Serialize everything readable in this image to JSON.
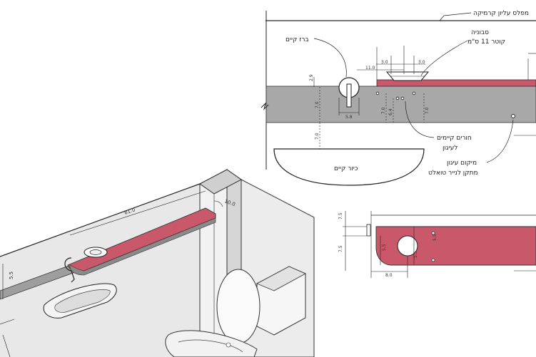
{
  "labels": {
    "ceramic_top": "מפלס עליון קרמיקה",
    "faucet": "ברז קיים",
    "soap": "סבוניה",
    "soap_dia": "קוטר 11 ס\"מ",
    "holes": "חורים קיימים",
    "holes2": "לעיגון",
    "anchor": "מיקום עיגון",
    "anchor2": "מתקן לנייר טואלט",
    "sink": "כיור קיים"
  },
  "dims": {
    "d_3a": "3.0",
    "d_3b": "3.0",
    "d_11": "11.0",
    "d_29": "2.9",
    "d_7a": "7.0",
    "d_58": "5.8",
    "d_7b": "7.0",
    "d_64": "6.4",
    "d_7c": "7.0",
    "d_7d": "7.0",
    "d_7e": "7.0",
    "d_75a": "7.5",
    "d_75b": "7.5",
    "d_55a": "5.5",
    "d_55b": "5.5",
    "d_55c": "5.5",
    "d_80": "8.0",
    "iso_81": "81.0",
    "iso_10": "10.0",
    "iso_55": "5.5"
  },
  "colors": {
    "shelf": "#c9586a",
    "wall": "#a8a8a8",
    "line": "#222222"
  }
}
